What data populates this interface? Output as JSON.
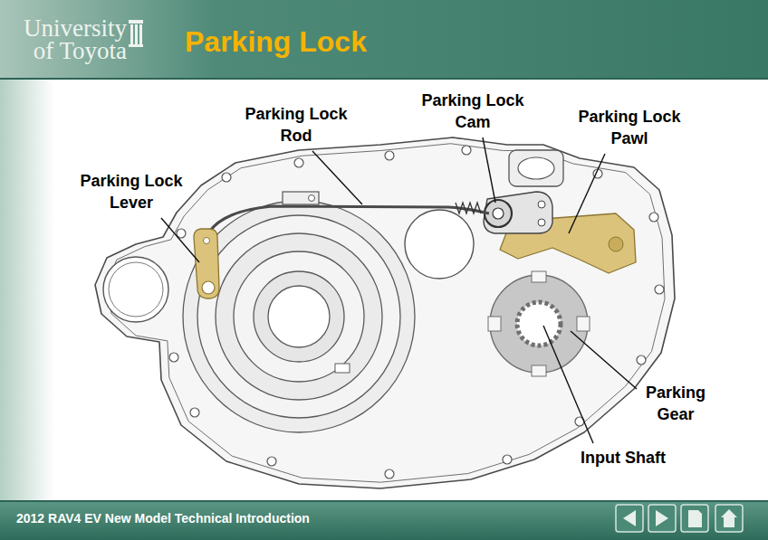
{
  "diagram": {
    "title": "Parking Lock",
    "labels": [
      "University of Toyota",
      "Parking Lock Rod",
      "Parking Lock Cam",
      "Parking Lock Pawl",
      "Parking Lock Lever",
      "Parking Gear",
      "Input Shaft",
      "2012 RAV4 EV New Model Technical Introduction"
    ]
  }
}
